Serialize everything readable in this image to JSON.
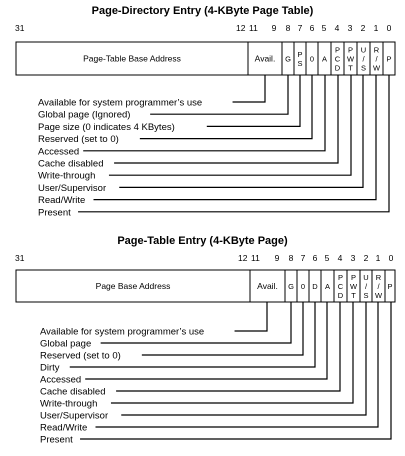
{
  "diagrams": [
    {
      "title": "Page-Directory Entry (4-KByte Page Table)",
      "bit_numbers": [
        "31",
        "12",
        "11",
        "9",
        "8",
        "7",
        "6",
        "5",
        "4",
        "3",
        "2",
        "1",
        "0"
      ],
      "fields": [
        "Page-Table Base Address",
        "Avail.",
        "G",
        "P\nS",
        "0",
        "A",
        "P\nC\nD",
        "P\nW\nT",
        "U\n/\nS",
        "R\n/\nW",
        "P"
      ],
      "legend": [
        "Available for system programmer’s use",
        "Global page (Ignored)",
        "Page size (0 indicates 4 KBytes)",
        "Reserved (set to 0)",
        "Accessed",
        "Cache disabled",
        "Write-through",
        "User/Supervisor",
        "Read/Write",
        "Present"
      ]
    },
    {
      "title": "Page-Table Entry (4-KByte Page)",
      "bit_numbers": [
        "31",
        "12",
        "11",
        "9",
        "8",
        "7",
        "6",
        "5",
        "4",
        "3",
        "2",
        "1",
        "0"
      ],
      "fields": [
        "Page Base Address",
        "Avail.",
        "G",
        "0",
        "D",
        "A",
        "P\nC\nD",
        "P\nW\nT",
        "U\n/\nS",
        "R\n/\nW",
        "P"
      ],
      "legend": [
        "Available for system programmer’s use",
        "Global page",
        "Reserved (set to 0)",
        "Dirty",
        "Accessed",
        "Cache disabled",
        "Write-through",
        "User/Supervisor",
        "Read/Write",
        "Present"
      ]
    }
  ]
}
